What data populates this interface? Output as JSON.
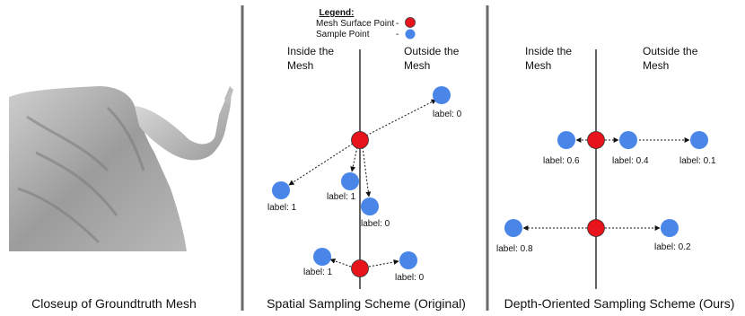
{
  "colors": {
    "surface_point": "#e8141b",
    "sample_point": "#4a86e8",
    "divider": "#6b6b6b",
    "axis": "#111111"
  },
  "legend": {
    "title": "Legend:",
    "surface_label": "Mesh Surface Point",
    "sample_label": "Sample Point",
    "dash": "-"
  },
  "panels": {
    "closeup": {
      "caption": "Closeup of Groundtruth Mesh"
    },
    "spatial": {
      "caption": "Spatial Sampling Scheme (Original)",
      "inside_line1": "Inside the",
      "inside_line2": "Mesh",
      "outside_line1": "Outside the",
      "outside_line2": "Mesh",
      "labels": [
        "label: 0",
        "label: 1",
        "label: 1",
        "label: 0",
        "label: 1",
        "label: 0"
      ]
    },
    "depth": {
      "caption": "Depth-Oriented Sampling Scheme (Ours)",
      "inside_line1": "Inside the",
      "inside_line2": "Mesh",
      "outside_line1": "Outside the",
      "outside_line2": "Mesh",
      "labels": [
        "label: 0.6",
        "label: 0.4",
        "label: 0.1",
        "label: 0.8",
        "label: 0.2"
      ]
    }
  }
}
